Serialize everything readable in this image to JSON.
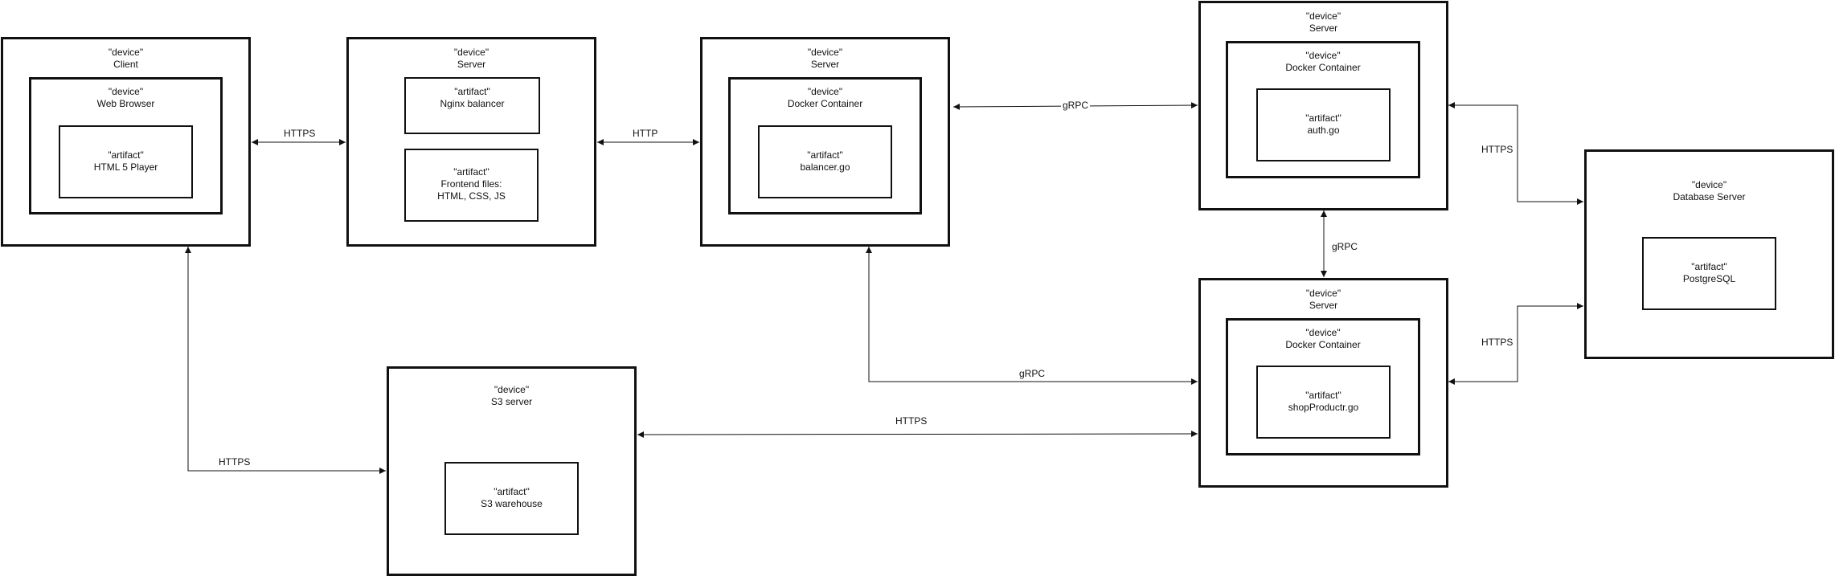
{
  "nodes": {
    "client": {
      "kind": "\"device\"",
      "title": "Client"
    },
    "web_browser": {
      "kind": "\"device\"",
      "title": "Web Browser"
    },
    "html5_player": {
      "kind": "\"artifact\"",
      "title": "HTML 5 Player"
    },
    "frontend_server": {
      "kind": "\"device\"",
      "title": "Server"
    },
    "nginx": {
      "kind": "\"artifact\"",
      "title": "Nginx balancer"
    },
    "frontend_files": {
      "kind": "\"artifact\"",
      "line1": "Frontend files:",
      "line2": "HTML, CSS, JS"
    },
    "balancer_server": {
      "kind": "\"device\"",
      "title": "Server"
    },
    "balancer_container": {
      "kind": "\"device\"",
      "title": "Docker Container"
    },
    "balancer_go": {
      "kind": "\"artifact\"",
      "title": "balancer.go"
    },
    "auth_server": {
      "kind": "\"device\"",
      "title": "Server"
    },
    "auth_container": {
      "kind": "\"device\"",
      "title": "Docker Container"
    },
    "auth_go": {
      "kind": "\"artifact\"",
      "title": "auth.go"
    },
    "shop_server": {
      "kind": "\"device\"",
      "title": "Server"
    },
    "shop_container": {
      "kind": "\"device\"",
      "title": "Docker Container"
    },
    "shop_go": {
      "kind": "\"artifact\"",
      "title": "shopProductr.go"
    },
    "db_server": {
      "kind": "\"device\"",
      "title": "Database Server"
    },
    "postgres": {
      "kind": "\"artifact\"",
      "title": "PostgreSQL"
    },
    "s3_server": {
      "kind": "\"device\"",
      "title": "S3 server"
    },
    "s3_warehouse": {
      "kind": "\"artifact\"",
      "title": "S3 warehouse"
    }
  },
  "edges": {
    "client_frontend": "HTTPS",
    "frontend_balancer": "HTTP",
    "balancer_auth": "gRPC",
    "auth_shop": "gRPC",
    "balancer_shop": "gRPC",
    "auth_db": "HTTPS",
    "shop_db": "HTTPS",
    "s3_shop": "HTTPS",
    "client_s3": "HTTPS"
  }
}
